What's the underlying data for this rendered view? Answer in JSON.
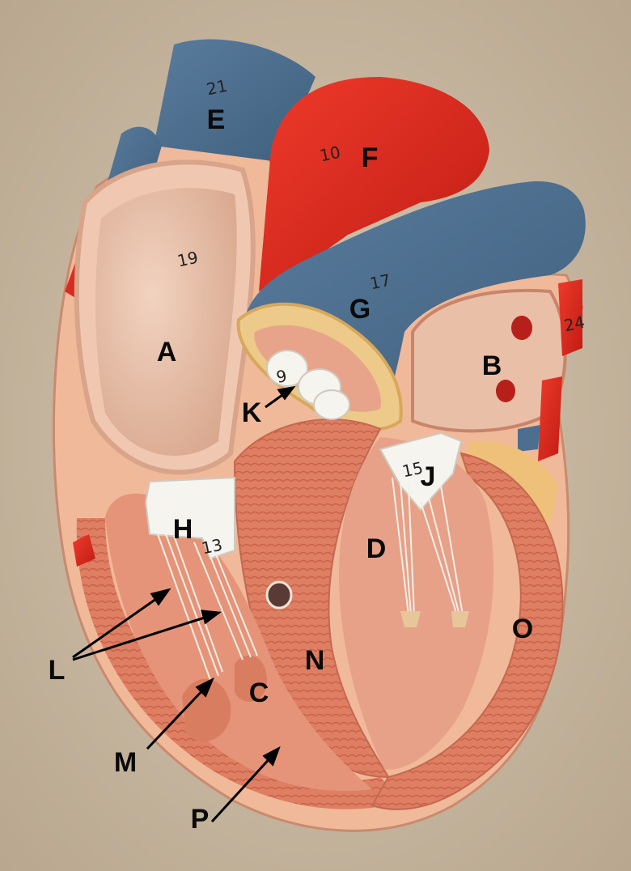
{
  "labels": {
    "A": "A",
    "B": "B",
    "C": "C",
    "D": "D",
    "E": "E",
    "F": "F",
    "G": "G",
    "H": "H",
    "J": "J",
    "K": "K",
    "L": "L",
    "M": "M",
    "N": "N",
    "O": "O",
    "P": "P"
  },
  "model_numbers": {
    "n21": "21",
    "n10": "10",
    "n19": "19",
    "n17": "17",
    "n15": "15",
    "n24": "24",
    "n9": "9",
    "n13": "13"
  },
  "colors": {
    "background": "#c9b9a2",
    "vein_blue": "#4d6f8f",
    "artery_red": "#d9261c",
    "myocardium": "#e48b6c",
    "chamber_wall": "#ecc2a8",
    "epicardial_fat": "#f0c98a",
    "valve_white": "#f6f4ee"
  }
}
